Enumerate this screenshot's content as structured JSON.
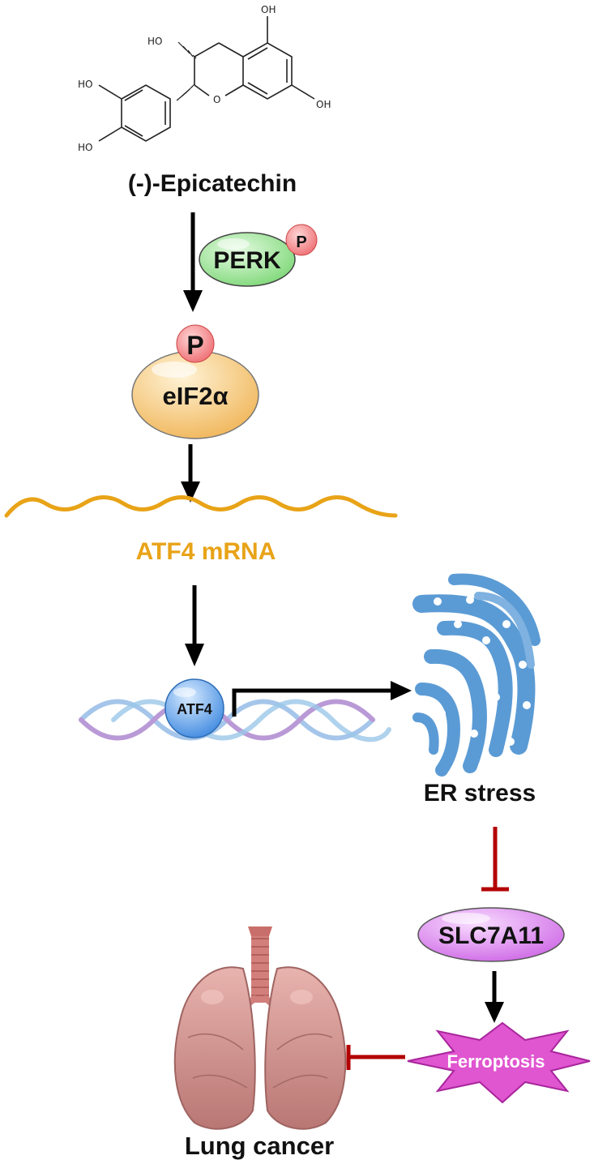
{
  "molecule": {
    "name": "(-)-Epicatechin",
    "hydroxyl_labels": [
      "OH",
      "HO",
      "HO",
      "HO",
      "OH"
    ],
    "ring_oxygen": "O"
  },
  "nodes": {
    "perk": {
      "label": "PERK",
      "phospho": "P",
      "color": "#9ee99a"
    },
    "eif2a": {
      "label": "eIF2α",
      "phospho": "P",
      "color": "#f6c97a"
    },
    "atf4_mrna": {
      "label": "ATF4 mRNA",
      "color": "#e8a317"
    },
    "atf4": {
      "label": "ATF4",
      "color": "#6aa8ee"
    },
    "er_stress": {
      "label": "ER stress",
      "color": "#5b9bd5"
    },
    "slc7a11": {
      "label": "SLC7A11",
      "color": "#e28ef0"
    },
    "ferroptosis": {
      "label": "Ferroptosis",
      "color": "#e055d0"
    },
    "lung": {
      "label": "Lung cancer",
      "color": "#d99a9a"
    }
  },
  "colors": {
    "activation_arrow": "#000000",
    "inhibition": "#b30000"
  }
}
